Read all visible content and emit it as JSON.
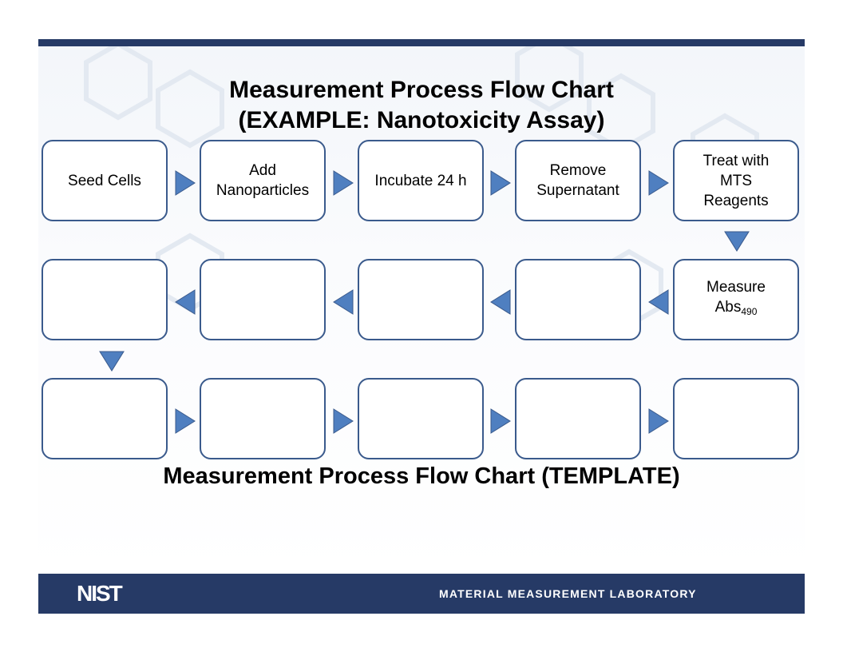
{
  "title": {
    "line1": "Measurement Process Flow Chart",
    "line2": "(EXAMPLE: Nanotoxicity Assay)"
  },
  "example_row": [
    "Seed Cells",
    "Add\nNanoparticles",
    "Incubate 24 h",
    "Remove\nSupernatant",
    "Treat with\nMTS\nReagents"
  ],
  "measure_step": {
    "label": "Measure\nAbs",
    "subscript": "490"
  },
  "template_title": "Measurement Process Flow Chart (TEMPLATE)",
  "footer": {
    "logo": "NIST",
    "lab": "MATERIAL MEASUREMENT LABORATORY"
  },
  "colors": {
    "banner": "#263a66",
    "box_border": "#3a5a8c",
    "arrow_fill": "#4f7fc0"
  }
}
